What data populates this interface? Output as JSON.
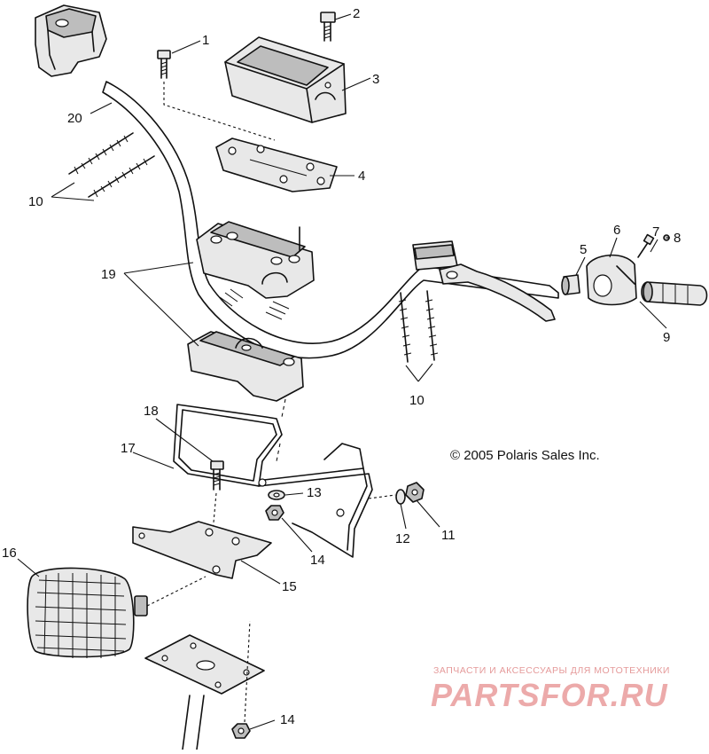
{
  "copyright": "© 2005 Polaris Sales Inc.",
  "watermark": {
    "tagline": "ЗАПЧАСТИ И АКСЕССУАРЫ ДЛЯ МОТОТЕХНИКИ",
    "brand": "PARTSFOR.RU"
  },
  "callouts": {
    "c1": "1",
    "c2": "2",
    "c3": "3",
    "c4": "4",
    "c5": "5",
    "c6": "6",
    "c7": "7",
    "c8": "8",
    "c9": "9",
    "c10a": "10",
    "c10b": "10",
    "c11": "11",
    "c12": "12",
    "c13": "13",
    "c14a": "14",
    "c14b": "14",
    "c15": "15",
    "c16": "16",
    "c17": "17",
    "c18": "18",
    "c19": "19",
    "c20": "20"
  }
}
